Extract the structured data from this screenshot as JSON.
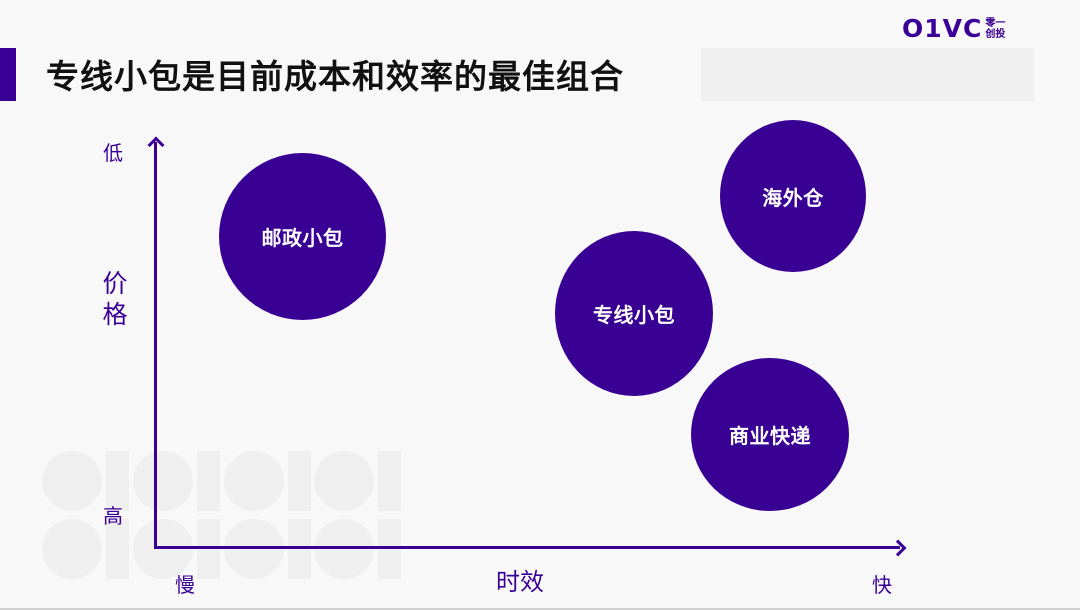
{
  "header": {
    "title": "专线小包是目前成本和效率的最佳组合",
    "logo": {
      "mark": "O1VC",
      "cn_top": "零一",
      "cn_bottom": "创投"
    }
  },
  "colors": {
    "accent": "#3a0096",
    "bubble": "#390094",
    "background": "#f8f8f8",
    "title_box": "#f0f0f0"
  },
  "axes": {
    "y": {
      "title": "价格",
      "top_label": "低",
      "bottom_label": "高"
    },
    "x": {
      "title": "时效",
      "left_label": "慢",
      "right_label": "快"
    }
  },
  "chart_data": {
    "type": "scatter",
    "title": "专线小包是目前成本和效率的最佳组合",
    "xlabel": "时效 (慢 → 快)",
    "ylabel": "价格 (高 → 低)",
    "points": [
      {
        "label": "邮政小包",
        "x": 0.2,
        "y": 0.77,
        "size": 83
      },
      {
        "label": "专线小包",
        "x": 0.64,
        "y": 0.58,
        "size": 79
      },
      {
        "label": "海外仓",
        "x": 0.86,
        "y": 0.86,
        "size": 73
      },
      {
        "label": "商业快递",
        "x": 0.83,
        "y": 0.28,
        "size": 79
      }
    ]
  },
  "bubbles": [
    {
      "label": "邮政小包"
    },
    {
      "label": "专线小包"
    },
    {
      "label": "海外仓"
    },
    {
      "label": "商业快递"
    }
  ]
}
